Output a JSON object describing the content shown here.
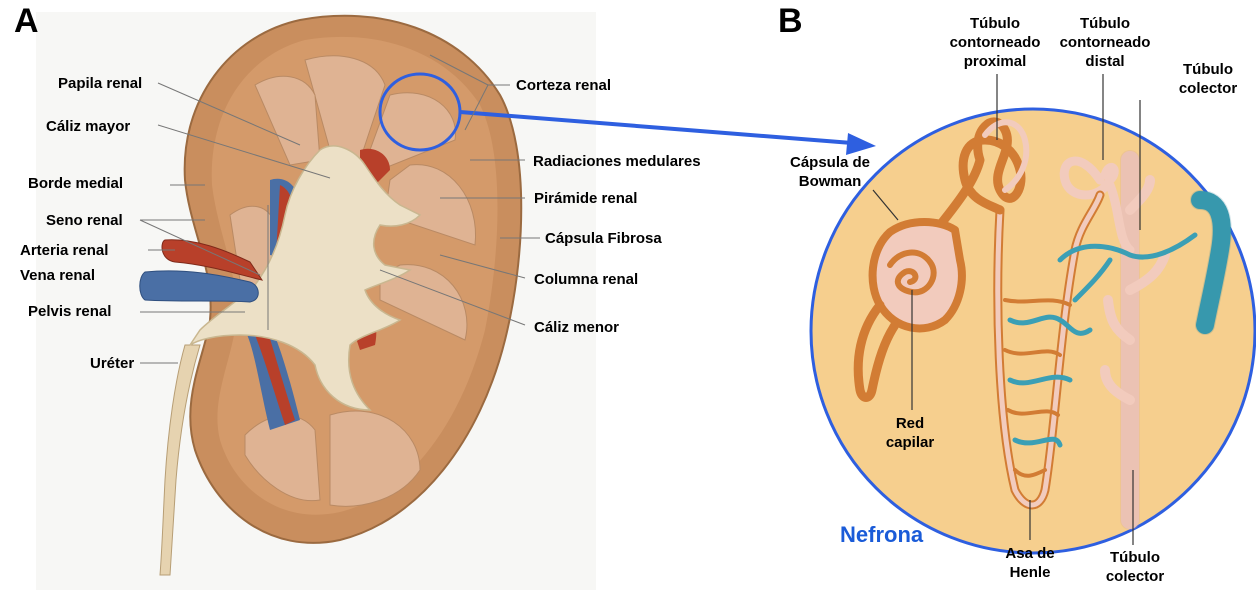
{
  "panels": {
    "a": "A",
    "b": "B"
  },
  "kidney": {
    "papila_renal": "Papila renal",
    "caliz_mayor": "Cáliz mayor",
    "borde_medial": "Borde medial",
    "seno_renal": "Seno renal",
    "arteria_renal": "Arteria renal",
    "vena_renal": "Vena renal",
    "pelvis_renal": "Pelvis renal",
    "ureter": "Uréter",
    "corteza_renal": "Corteza renal",
    "radiaciones_medulares": "Radiaciones medulares",
    "piramide_renal": "Pirámide renal",
    "capsula_fibrosa": "Cápsula Fibrosa",
    "columna_renal": "Columna renal",
    "caliz_menor": "Cáliz menor"
  },
  "nephron": {
    "title": "Nefrona",
    "tcp": [
      "Túbulo",
      "contorneado",
      "proximal"
    ],
    "tcd": [
      "Túbulo",
      "contorneado",
      "distal"
    ],
    "colector_top": [
      "Túbulo",
      "colector"
    ],
    "capsula_bowman": [
      "Cápsula de",
      "Bowman"
    ],
    "red_capilar": [
      "Red",
      "capilar"
    ],
    "asa_henle": [
      "Asa de",
      "Henle"
    ],
    "colector_bottom": [
      "Túbulo",
      "colector"
    ]
  },
  "colors": {
    "kidney_tan": "#c98e5e",
    "medulla": "#dfb393",
    "pelvis": "#ece0c6",
    "artery": "#b8402a",
    "vein": "#4a6fa5",
    "circle_fill": "#f6cf8e",
    "circle_border": "#2e5fe0",
    "tubule_orange": "#d27c34",
    "tubule_pink": "#f2cbbd",
    "capillary_teal": "#3b9fb5"
  }
}
